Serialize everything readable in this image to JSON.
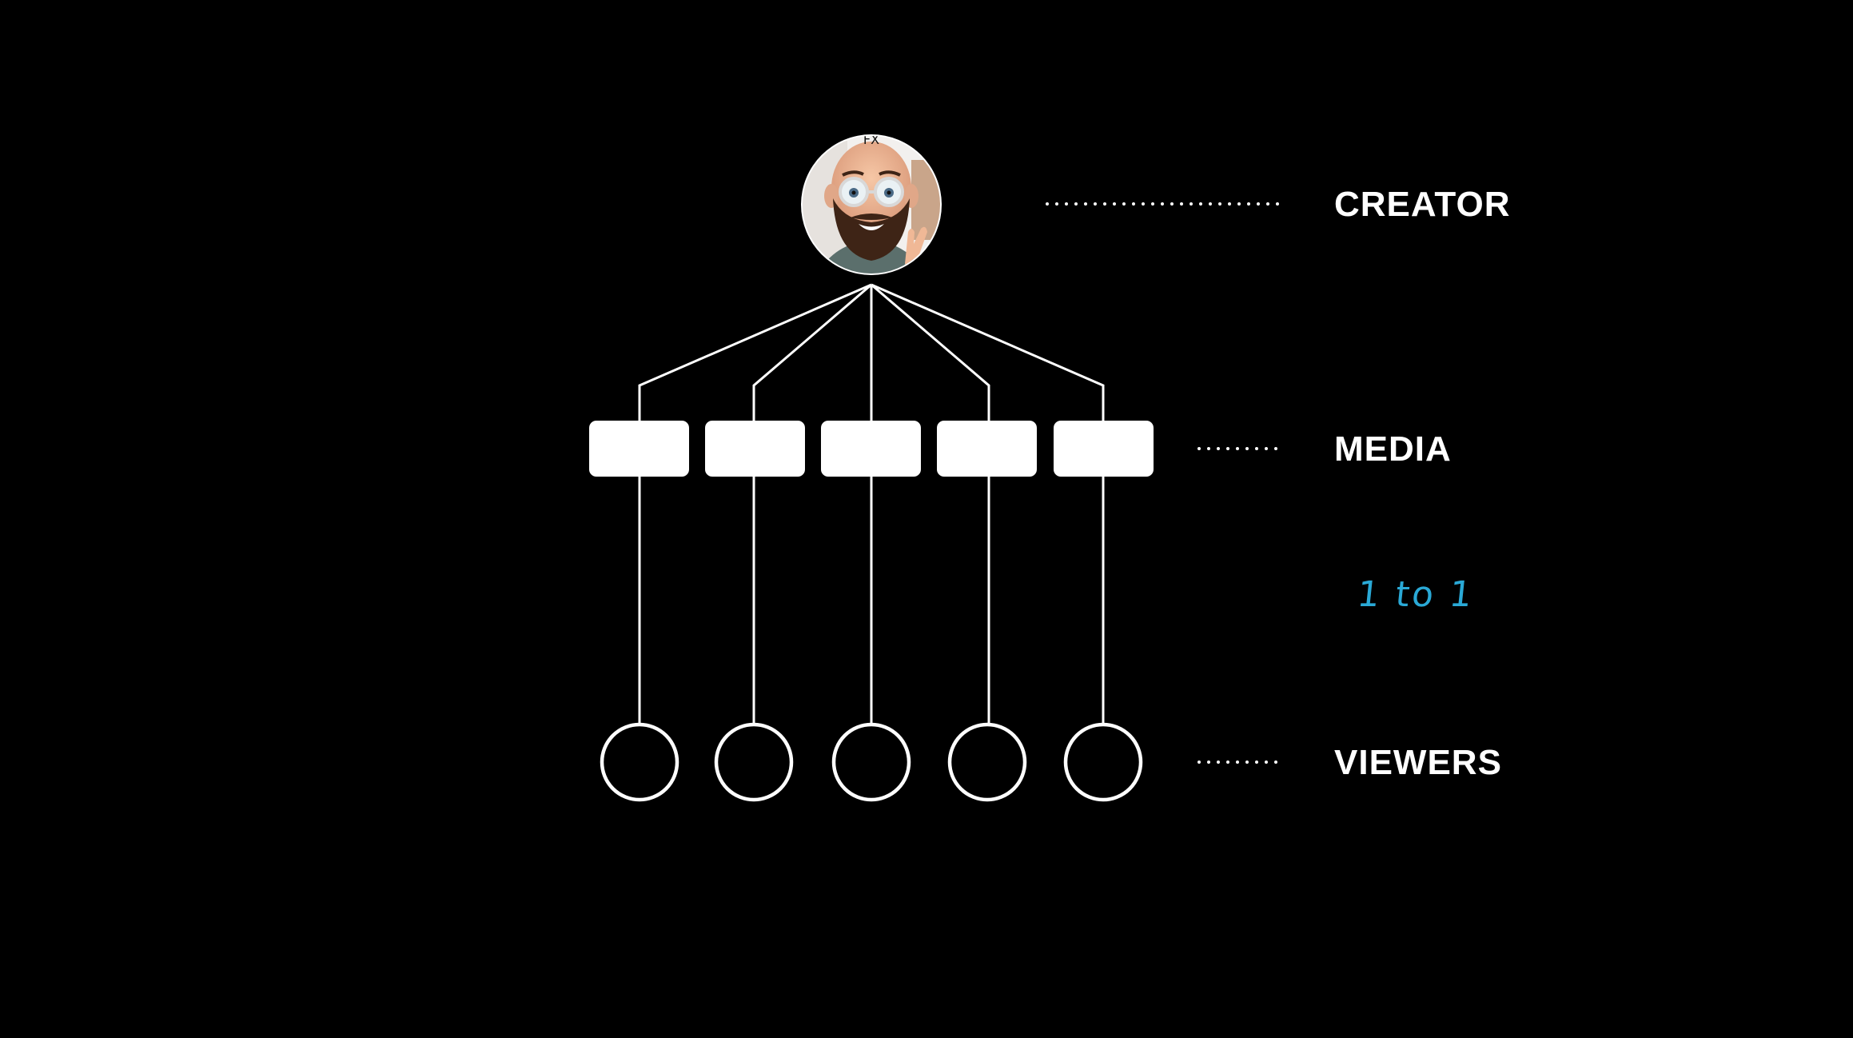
{
  "labels": {
    "creator": "CREATOR",
    "media": "MEDIA",
    "viewers": "VIEWERS"
  },
  "annotation": "1 to 1",
  "colors": {
    "background": "#000000",
    "lines": "#ffffff",
    "annotation": "#2aa9d6"
  },
  "creator_avatar": {
    "icon": "memoji-avatar-icon",
    "shirt_text": "FX"
  },
  "media_count": 5,
  "viewer_count": 5
}
